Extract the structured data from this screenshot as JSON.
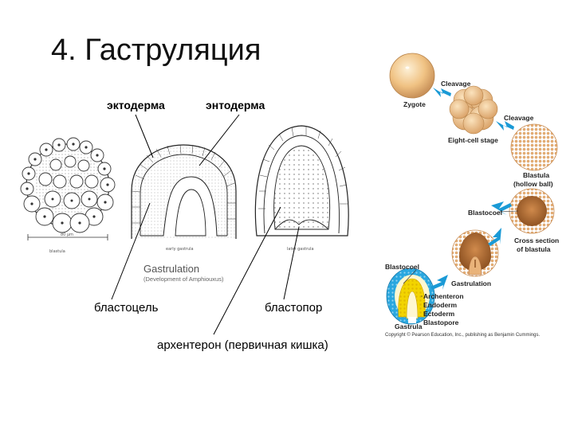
{
  "slide": {
    "title": "4. Гаструляция"
  },
  "labels_ru": {
    "ectoderm": "эктодерма",
    "endoderm": "энтодерма",
    "blastocoel": "бластоцель",
    "blastopore": "бластопор",
    "archenteron": "архентерон (первичная кишка)"
  },
  "left_figure": {
    "heading": "Gastrulation",
    "subheading": "(Development of Amphiouxus)",
    "scale": "80 µm",
    "captions": [
      "blastula",
      "early gastrula",
      "later gastrula"
    ]
  },
  "right_figure": {
    "labels": {
      "zygote": "Zygote",
      "cleavage_1": "Cleavage",
      "cleavage_2": "Cleavage",
      "eight_cell": "Eight-cell stage",
      "blastula": "Blastula",
      "hollow_ball": "(hollow ball)",
      "blastocoel_1": "Blastocoel",
      "cross_section_1": "Cross section",
      "cross_section_2": "of blastula",
      "gastrulation": "Gastrulation",
      "blastocoel_2": "Blastocoel",
      "archenteron": "Archenteron",
      "endoderm": "Endoderm",
      "ectoderm": "Ectoderm",
      "blastopore": "Blastopore",
      "gastrula": "Gastrula"
    },
    "copyright": "Copyright © Pearson Education, Inc., publishing as Benjamin Cummings."
  },
  "colors": {
    "arrow": "#1a9ad6",
    "egg": "#f1c98a",
    "blastocoel_fill": "#c7834a",
    "ectoderm": "#2aa7df",
    "endoderm": "#f2d400"
  }
}
